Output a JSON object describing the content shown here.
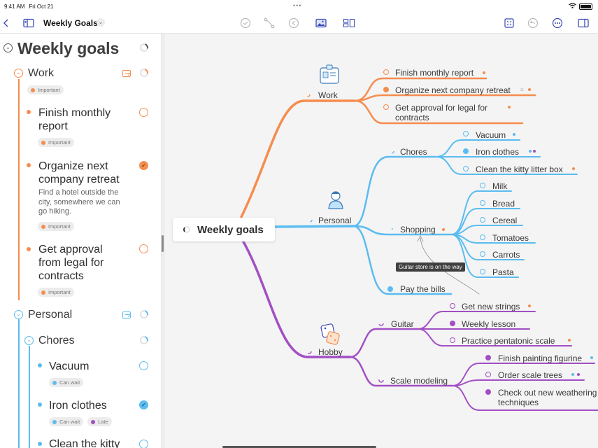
{
  "status": {
    "time": "9:41 AM",
    "date": "Fri Oct 21"
  },
  "toolbar": {
    "title": "Weekly Goals"
  },
  "sidebar": {
    "root": "Weekly goals",
    "work": {
      "label": "Work",
      "tag": "Important",
      "items": [
        {
          "line1": "Finish monthly",
          "line2": "report",
          "tag": "Important"
        },
        {
          "line1": "Organize next",
          "line2": "company retreat",
          "note1": "Find a hotel outside the",
          "note2": "city, somewhere we can",
          "note3": "go hiking.",
          "tag": "Important"
        },
        {
          "line1": "Get approval",
          "line2": "from legal for",
          "line3": "contracts",
          "tag": "Important"
        }
      ]
    },
    "personal": {
      "label": "Personal"
    },
    "chores": {
      "label": "Chores",
      "items": [
        {
          "label": "Vacuum",
          "tag1": "Can wait"
        },
        {
          "label": "Iron clothes",
          "tag1": "Can wait",
          "tag2": "Late"
        },
        {
          "label": "Clean the kitty"
        }
      ]
    }
  },
  "map": {
    "root": "Weekly goals",
    "work": {
      "label": "Work",
      "items": [
        "Finish monthly report",
        "Organize next company retreat",
        "Get approval for legal for",
        "contracts"
      ]
    },
    "personal": {
      "label": "Personal"
    },
    "chores": {
      "label": "Chores",
      "items": [
        "Vacuum",
        "Iron clothes",
        "Clean the kitty litter box"
      ]
    },
    "shopping": {
      "label": "Shopping",
      "items": [
        "Milk",
        "Bread",
        "Cereal",
        "Tomatoes",
        "Carrots",
        "Pasta"
      ]
    },
    "pay_bills": "Pay the bills",
    "callout": "Guitar store is on the way",
    "hobby": {
      "label": "Hobby"
    },
    "guitar": {
      "label": "Guitar",
      "items": [
        "Get new strings",
        "Weekly lesson",
        "Practice pentatonic scale"
      ]
    },
    "scale": {
      "label": "Scale modeling",
      "items": [
        "Finish painting figurine",
        "Order scale trees",
        "Check out new weathering",
        "techniques"
      ]
    }
  },
  "colors": {
    "work": "#f58d4e",
    "personal": "#5bbcf0",
    "hobby": "#a24fc4",
    "accent": "#3a4bb5"
  }
}
